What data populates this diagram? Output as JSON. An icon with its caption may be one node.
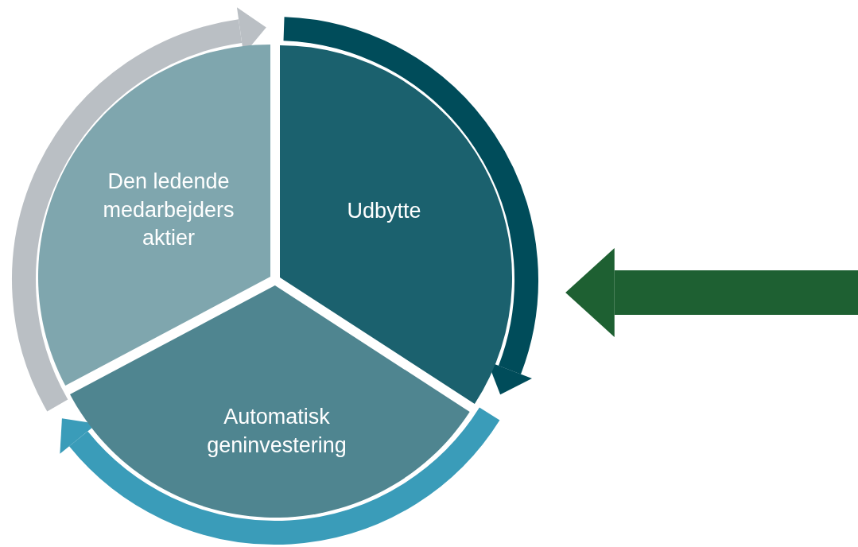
{
  "diagram": {
    "nodes": [
      {
        "text": [
          "Den ledende medarbejders aktier"
        ]
      },
      {
        "text": [
          "Udbytte"
        ]
      },
      {
        "text": [
          "Automatisk geninvestering"
        ]
      }
    ],
    "edges": [
      {
        "from": null,
        "to": 1,
        "arrow": "to",
        "color": "#1e6032"
      }
    ]
  }
}
